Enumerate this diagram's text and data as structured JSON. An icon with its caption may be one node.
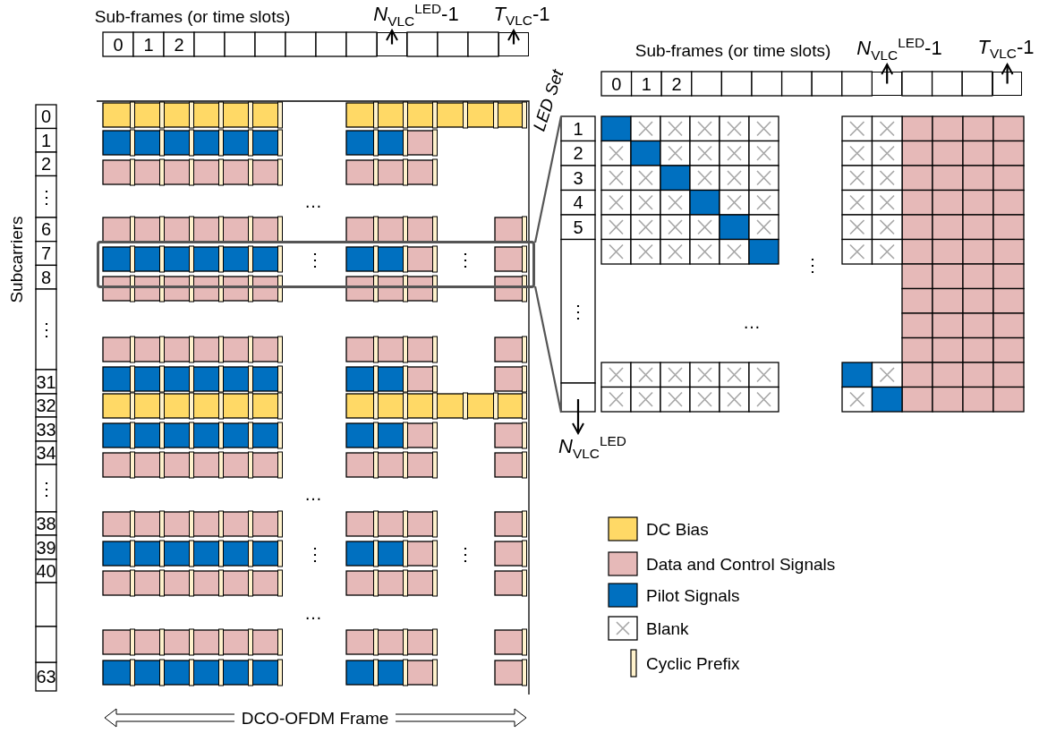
{
  "diagram": {
    "nodes": [
      {
        "text": [
          "*N*$_{VLC}$$^{LED}$-1"
        ]
      },
      {
        "text": [
          "*T*$_{VLC}$-1"
        ]
      },
      {
        "text": [
          "*N*$_{VLC}$$^{LED}$-1"
        ]
      },
      {
        "text": [
          "*T*$_{VLC}$-1"
        ]
      },
      {
        "text": [
          "*N*$_{VLC}$$^{LED}$"
        ]
      },
      {
        "text": [],
        "shape": "box"
      },
      {
        "text": [],
        "shape": "picture"
      },
      {
        "text": [],
        "shape": "box"
      },
      {
        "text": [],
        "shape": "box"
      },
      {
        "text": [],
        "shape": "box"
      },
      {
        "text": [],
        "shape": "box"
      }
    ],
    "edges": [
      {
        "from": 7,
        "to": 0,
        "arrow": "to"
      },
      {
        "from": 8,
        "to": 1,
        "arrow": "to"
      },
      {
        "from": 9,
        "to": 2,
        "arrow": "to"
      },
      {
        "from": 10,
        "to": 3,
        "arrow": "to"
      },
      {
        "from": 6,
        "to": 4,
        "arrow": "to"
      },
      {
        "from": 5,
        "to": 6,
        "arrow": "none",
        "color": "#555555"
      },
      {
        "from": 5,
        "to": 6,
        "arrow": "none",
        "color": "#555555"
      }
    ],
    "labels": [
      "Sub-frames (or time slots)",
      "0",
      "1",
      "2",
      "Sub-frames (or time slots)",
      "0",
      "1",
      "2",
      "LED Set",
      "0",
      "1",
      "2",
      "⋮",
      "6",
      "7",
      "8",
      "⋮",
      "31",
      "32",
      "33",
      "34",
      "⋮",
      "38",
      "39",
      "40",
      "63",
      "Subcarriers",
      "1",
      "2",
      "3",
      "4",
      "5",
      "⋮",
      "…",
      "⋮",
      "⋮",
      "…",
      "⋮",
      "⋮",
      "…",
      "⋮",
      "…",
      "DCO-OFDM Frame"
    ],
    "legend": [
      {
        "text": "DC Bias",
        "color": "#ffd966"
      },
      {
        "text": "Data and Control Signals",
        "color": "#e6b9b8"
      },
      {
        "text": "Pilot Signals",
        "color": "#0070c0"
      },
      {
        "text": "Blank"
      },
      {
        "text": "Cyclic Prefix",
        "color": "#fff2cc"
      }
    ]
  }
}
